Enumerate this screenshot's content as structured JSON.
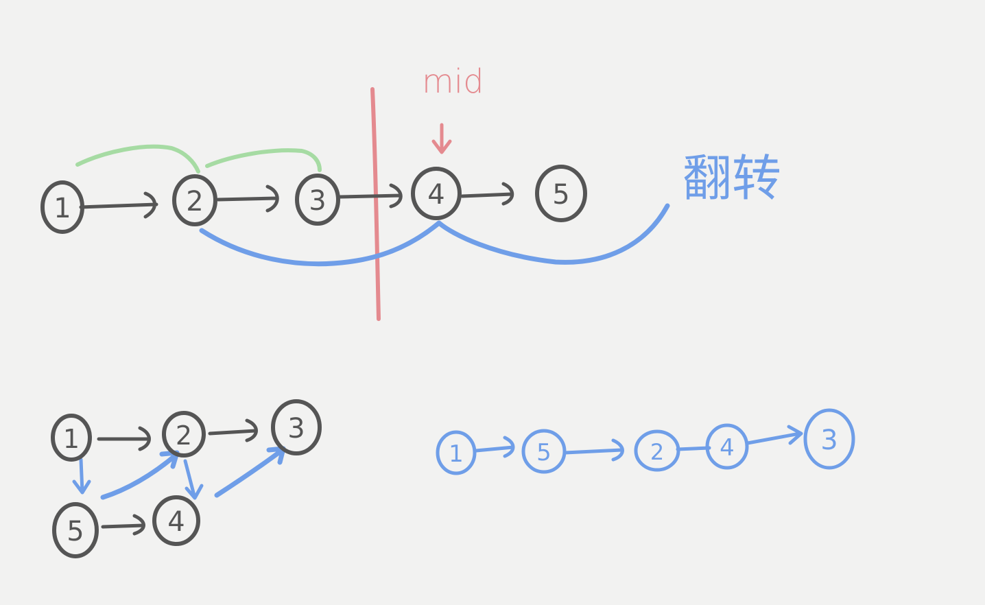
{
  "colors": {
    "paper": "#f2f2f1",
    "ink": "#555555",
    "blue": "#6f9ee8",
    "green": "#a6dba3",
    "red": "#e48a8f"
  },
  "annotations": {
    "mid_label": "mid",
    "reverse_label": "翻转"
  },
  "top_list": {
    "nodes": [
      "1",
      "2",
      "3",
      "4",
      "5"
    ]
  },
  "bottom_left_list": {
    "top_row": [
      "1",
      "2",
      "3"
    ],
    "bottom_row": [
      "5",
      "4"
    ]
  },
  "result_list": {
    "nodes": [
      "1",
      "5",
      "2",
      "4",
      "3"
    ]
  }
}
